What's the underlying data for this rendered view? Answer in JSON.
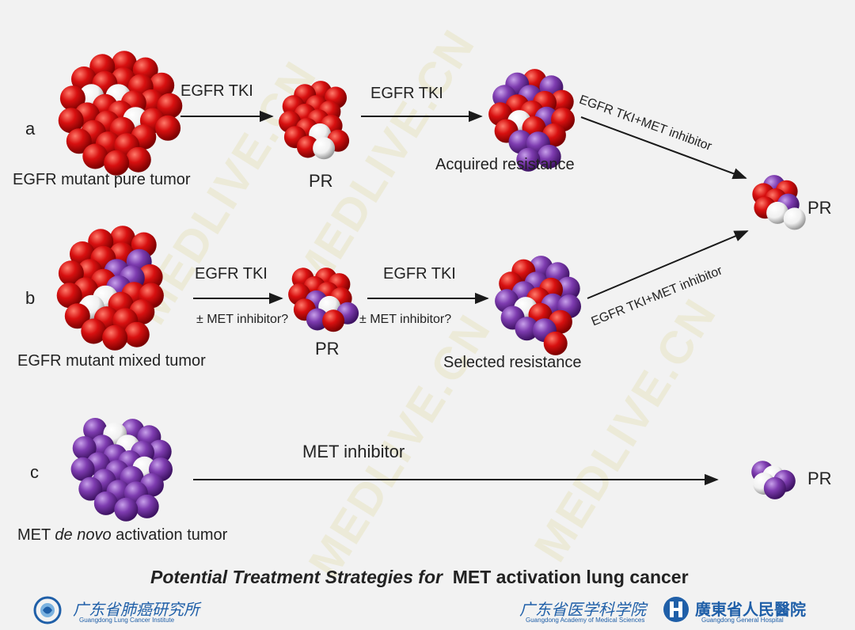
{
  "rows": {
    "a": {
      "letter": "a",
      "arrow1_label": "EGFR TKI",
      "arrow2_label": "EGFR TKI",
      "diag_label": "EGFR TKI+MET inhibitor",
      "tumor1_label": "EGFR mutant pure tumor",
      "tumor2_label": "PR",
      "tumor3_label": "Acquired resistance"
    },
    "b": {
      "letter": "b",
      "arrow1_label": "EGFR TKI",
      "arrow1_sub": "± MET inhibitor?",
      "arrow2_label": "EGFR TKI",
      "arrow2_sub": "± MET inhibitor?",
      "diag_label": "EGFR TKI+MET inhibitor",
      "tumor1_label": "EGFR mutant mixed tumor",
      "tumor2_label": "PR",
      "tumor3_label": "Selected resistance"
    },
    "c": {
      "letter": "c",
      "arrow_label": "MET inhibitor",
      "tumor1_label_pre": "MET ",
      "tumor1_label_em": "de novo",
      "tumor1_label_post": " activation tumor",
      "result_label": "PR"
    }
  },
  "merge_label": "PR",
  "title": {
    "italic_part": "Potential Treatment Strategies for",
    "bold_part": "MET activation lung cancer"
  },
  "footer": {
    "left_name": "广东省肺癌研究所",
    "left_sub": "Guangdong Lung Cancer Institute",
    "right_name1": "广东省医学科学院",
    "right_sub1": "Guangdong Academy of Medical Sciences",
    "right_name2": "廣東省人民醫院",
    "right_sub2": "Guangdong General Hospital"
  },
  "watermark_text": "MEDLIVE.CN",
  "colors": {
    "egfr_cell": "#d81010",
    "met_cell": "#7e3cb0",
    "wild_cell": "#f4f4f4",
    "arrow": "#1a1a1a",
    "logo_blue": "#1f5fa8"
  }
}
